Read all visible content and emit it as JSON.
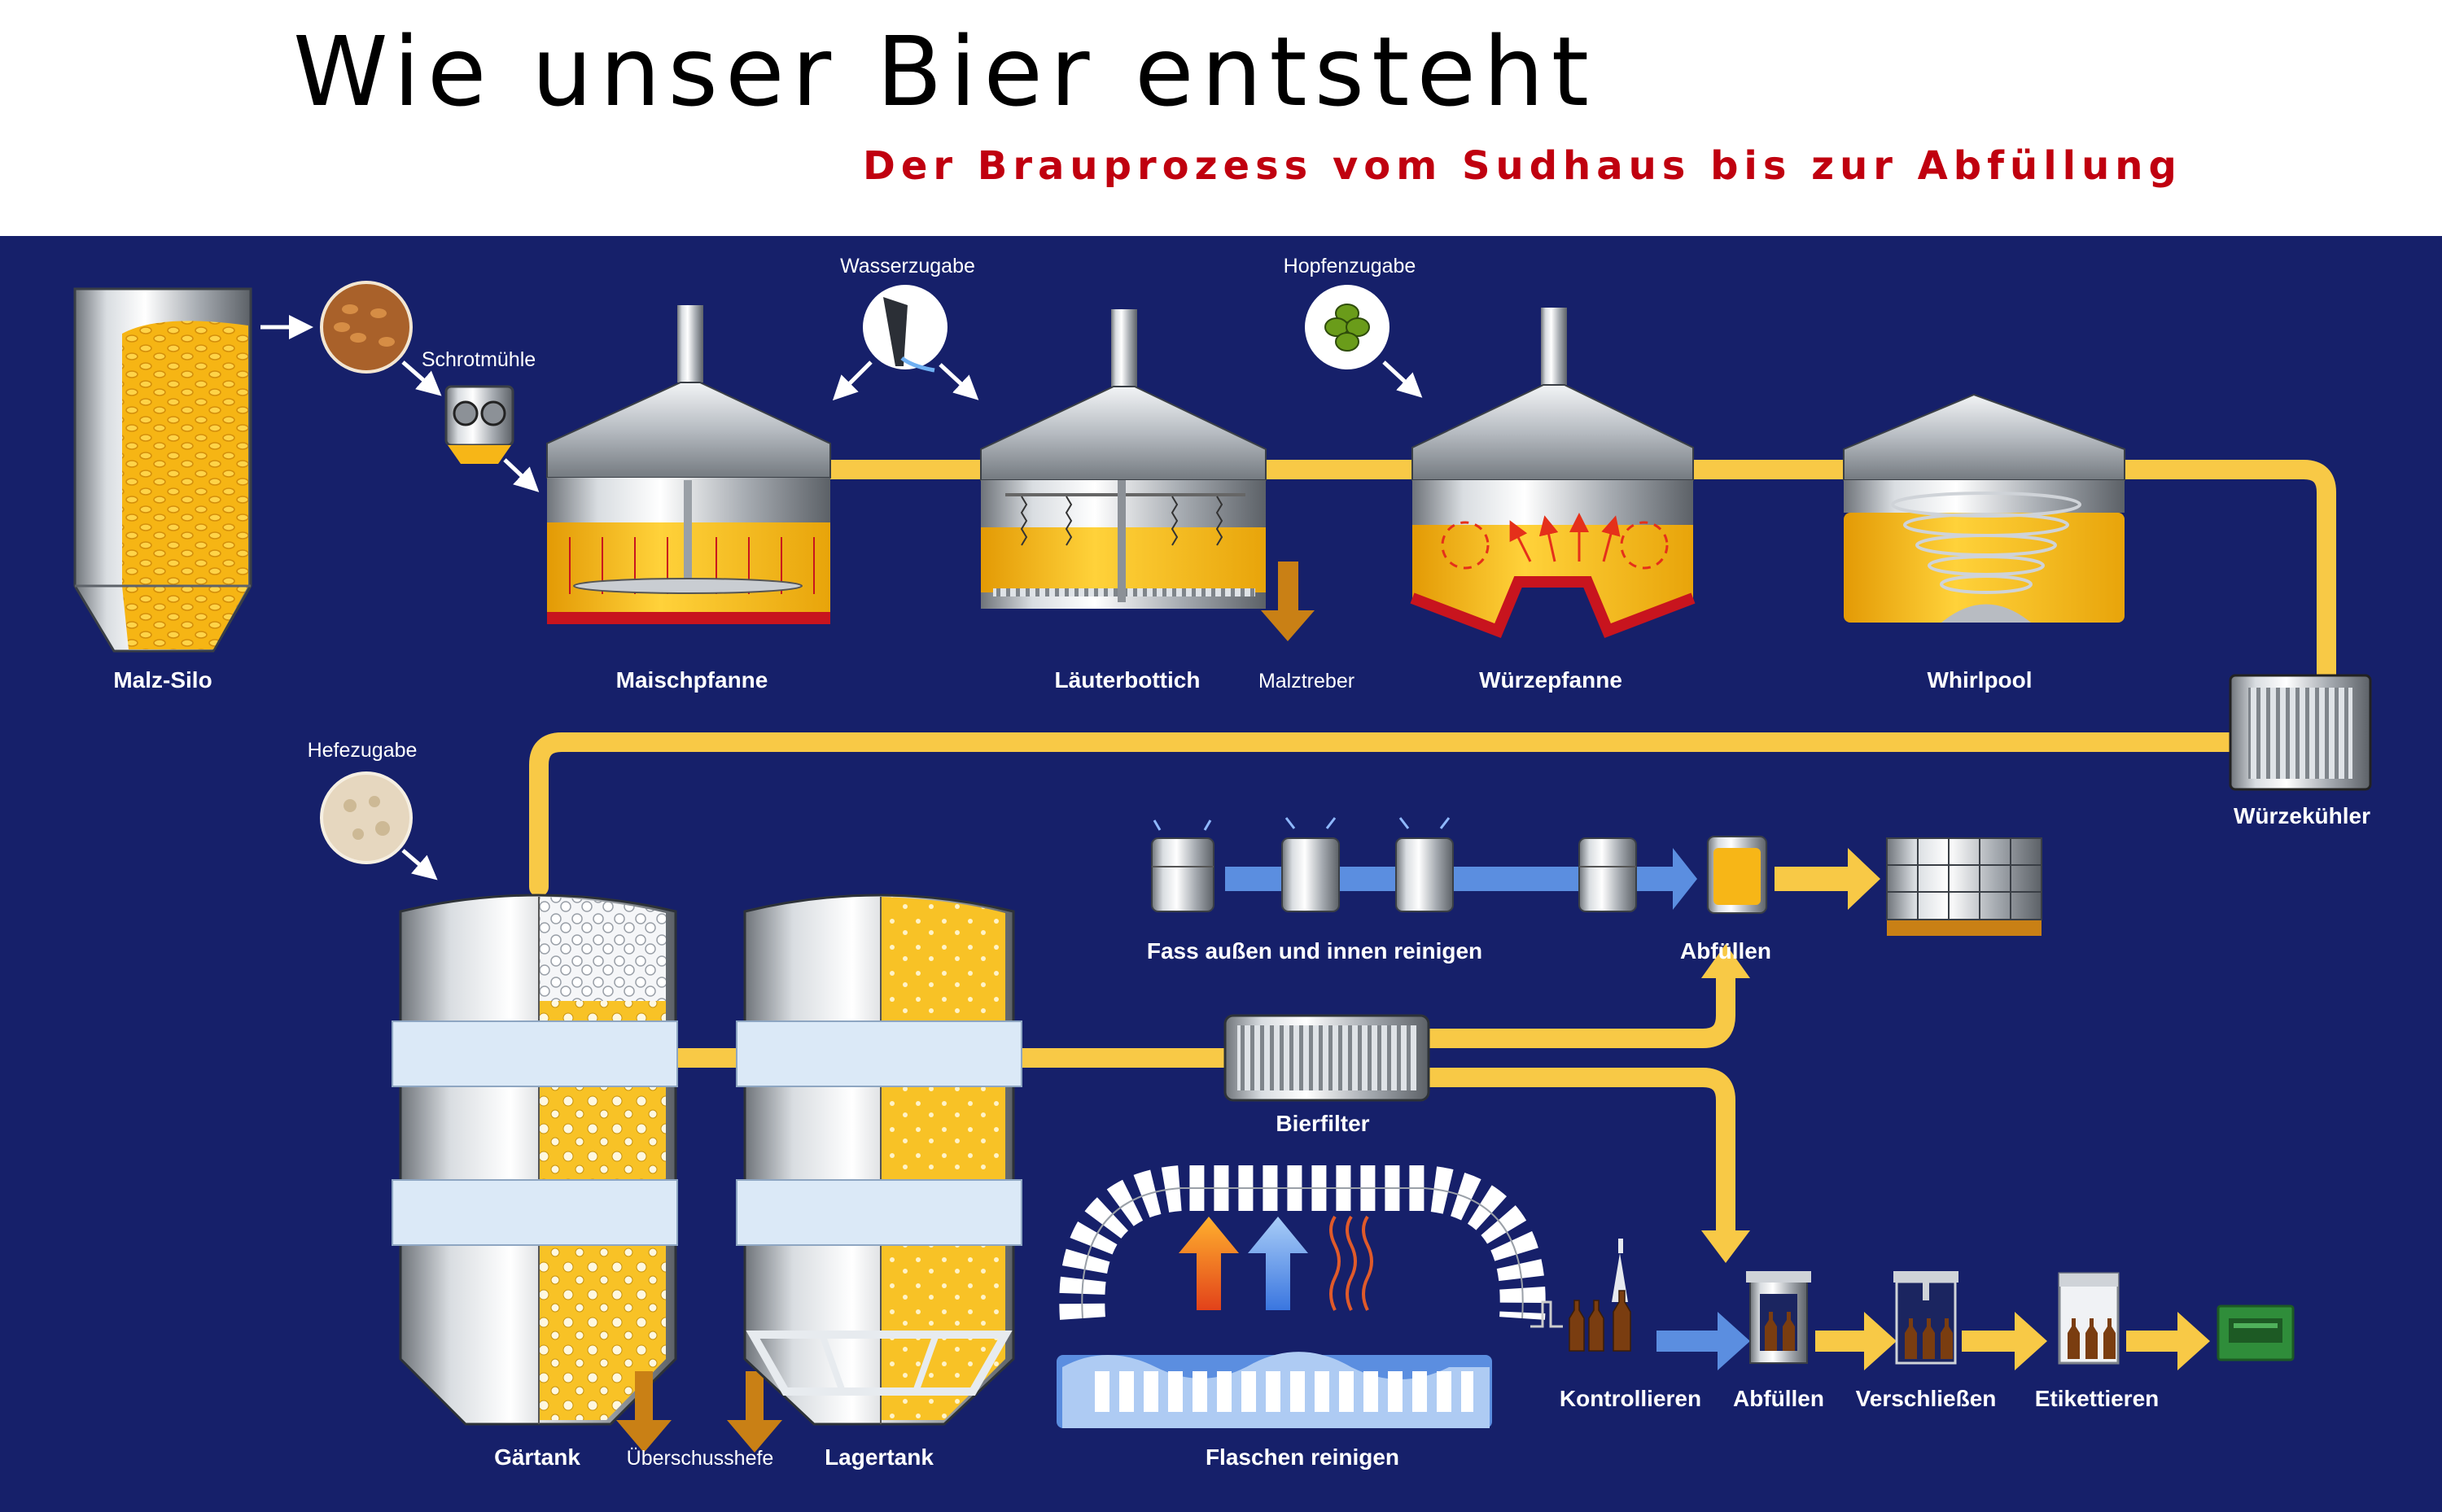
{
  "header": {
    "title": "Wie unser Bier entsteht",
    "subtitle": "Der Brauprozess vom Sudhaus bis zur Abfüllung"
  },
  "colors": {
    "background": "#16206a",
    "beer": "#f7b617",
    "pipe": "#f8c946",
    "process_arrow": "#5b8ee0",
    "heat": "#c8141e",
    "subtitle": "#c0000f",
    "drain": "#c98015"
  },
  "labels": {
    "malz_silo": "Malz-Silo",
    "schrotmuehle": "Schrotmühle",
    "wasserzugabe": "Wasserzugabe",
    "hopfenzugabe": "Hopfenzugabe",
    "maischpfanne": "Maischpfanne",
    "laeuterbottich": "Läuterbottich",
    "malztreber": "Malztreber",
    "wuerzepfanne": "Würzepfanne",
    "whirlpool": "Whirlpool",
    "wuerzekuehler": "Würzekühler",
    "hefezugabe": "Hefezugabe",
    "fass_reinigen": "Fass außen und innen reinigen",
    "abfuellen_fass": "Abfüllen",
    "bierfilter": "Bierfilter",
    "gaertank": "Gärtank",
    "ueberschusshefe": "Überschusshefe",
    "lagertank": "Lagertank",
    "flaschen_reinigen": "Flaschen reinigen",
    "kontrollieren": "Kontrollieren",
    "abfuellen_flasche": "Abfüllen",
    "verschliessen": "Verschließen",
    "etikettieren": "Etikettieren"
  },
  "icons": [
    "grain-icon",
    "mill-icon",
    "water-tap-icon",
    "hop-icon",
    "yeast-icon",
    "keg-icon",
    "pallet-icon",
    "bottle-icon",
    "crate-icon"
  ]
}
